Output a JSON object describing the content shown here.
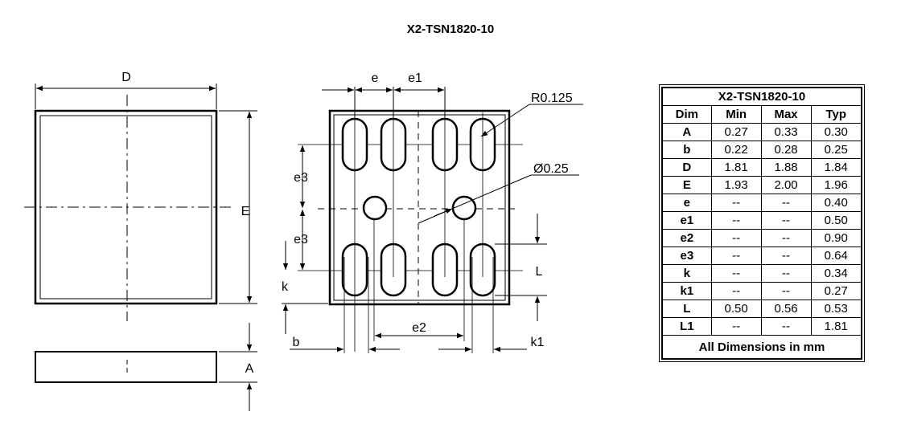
{
  "title": "X2-TSN1820-10",
  "labels": {
    "D": "D",
    "E": "E",
    "A": "A",
    "e": "e",
    "e1": "e1",
    "e2": "e2",
    "e3_top": "e3",
    "e3_bottom": "e3",
    "k": "k",
    "k1": "k1",
    "L": "L",
    "b": "b",
    "R": "R0.125",
    "diam": "Ø0.25"
  },
  "table": {
    "title": "X2-TSN1820-10",
    "headers": [
      "Dim",
      "Min",
      "Max",
      "Typ"
    ],
    "rows": [
      [
        "A",
        "0.27",
        "0.33",
        "0.30"
      ],
      [
        "b",
        "0.22",
        "0.28",
        "0.25"
      ],
      [
        "D",
        "1.81",
        "1.88",
        "1.84"
      ],
      [
        "E",
        "1.93",
        "2.00",
        "1.96"
      ],
      [
        "e",
        "--",
        "--",
        "0.40"
      ],
      [
        "e1",
        "--",
        "--",
        "0.50"
      ],
      [
        "e2",
        "--",
        "--",
        "0.90"
      ],
      [
        "e3",
        "--",
        "--",
        "0.64"
      ],
      [
        "k",
        "--",
        "--",
        "0.34"
      ],
      [
        "k1",
        "--",
        "--",
        "0.27"
      ],
      [
        "L",
        "0.50",
        "0.56",
        "0.53"
      ],
      [
        "L1",
        "--",
        "--",
        "1.81"
      ]
    ],
    "footer": "All Dimensions in mm"
  }
}
